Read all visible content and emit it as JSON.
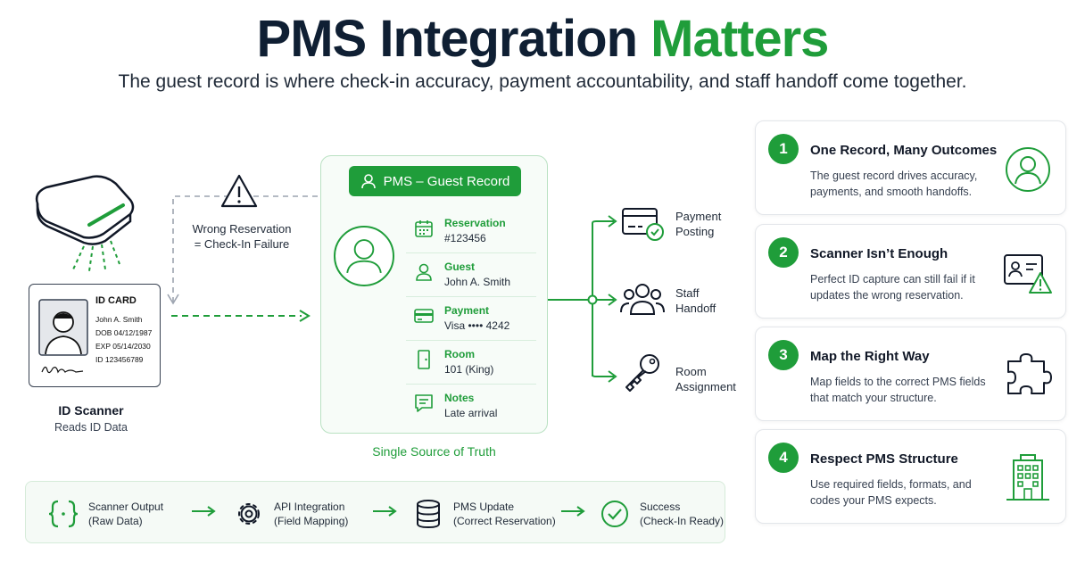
{
  "title": {
    "main": "PMS Integration",
    "accent": "Matters"
  },
  "subtitle": "The guest record is where check-in accuracy, payment accountability, and staff handoff come together.",
  "scanner": {
    "id_card_title": "ID CARD",
    "id_name": "John A. Smith",
    "id_dob": "DOB 04/12/1987",
    "id_exp": "EXP 05/14/2030",
    "id_number": "ID  123456789",
    "label": "ID Scanner",
    "sublabel": "Reads ID Data"
  },
  "warning": {
    "line1": "Wrong Reservation",
    "line2": "= Check-In Failure"
  },
  "pms": {
    "header": "PMS – Guest Record",
    "fields": [
      {
        "label": "Reservation",
        "value": "#123456",
        "icon": "calendar-icon"
      },
      {
        "label": "Guest",
        "value": "John A. Smith",
        "icon": "person-icon"
      },
      {
        "label": "Payment",
        "value": "Visa •••• 4242",
        "icon": "credit-card-icon"
      },
      {
        "label": "Room",
        "value": "101 (King)",
        "icon": "door-icon"
      },
      {
        "label": "Notes",
        "value": "Late arrival",
        "icon": "note-icon"
      }
    ],
    "caption": "Single Source of Truth"
  },
  "outputs": [
    {
      "line1": "Payment",
      "line2": "Posting",
      "icon": "card-check-icon"
    },
    {
      "line1": "Staff",
      "line2": "Handoff",
      "icon": "people-icon"
    },
    {
      "line1": "Room",
      "line2": "Assignment",
      "icon": "key-icon"
    }
  ],
  "steps": [
    {
      "num": "1",
      "title": "One Record, Many Outcomes",
      "desc": "The guest record drives accuracy, payments, and smooth handoffs.",
      "icon": "user-circle-icon"
    },
    {
      "num": "2",
      "title": "Scanner Isn’t Enough",
      "desc": "Perfect ID capture can still fail if it updates the wrong reservation.",
      "icon": "id-warning-icon"
    },
    {
      "num": "3",
      "title": "Map the Right Way",
      "desc": "Map fields to the correct PMS fields that match your structure.",
      "icon": "puzzle-icon"
    },
    {
      "num": "4",
      "title": "Respect PMS Structure",
      "desc": "Use required fields, formats, and codes your PMS expects.",
      "icon": "building-icon"
    }
  ],
  "pipeline": [
    {
      "line1": "Scanner Output",
      "line2": "(Raw Data)",
      "icon": "braces-icon"
    },
    {
      "line1": "API Integration",
      "line2": "(Field Mapping)",
      "icon": "gear-icon"
    },
    {
      "line1": "PMS Update",
      "line2": "(Correct Reservation)",
      "icon": "database-icon"
    },
    {
      "line1": "Success",
      "line2": "(Check-In Ready)",
      "icon": "check-circle-icon"
    }
  ],
  "colors": {
    "accent": "#1f9d3a",
    "text": "#0f1f33",
    "border": "#b9e1c2"
  }
}
